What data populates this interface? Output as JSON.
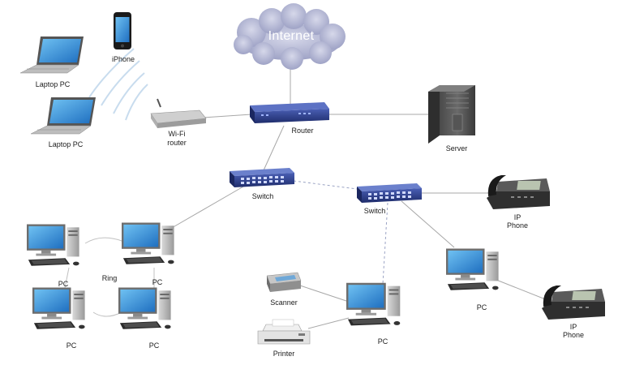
{
  "diagram": {
    "cloud_label": "Internet",
    "labels": {
      "iphone": "iPhone",
      "laptop1": "Laptop PC",
      "laptop2": "Laptop PC",
      "wifi_line1": "Wi-Fi",
      "wifi_line2": "router",
      "router": "Router",
      "server": "Server",
      "switch1": "Switch",
      "switch2": "Switch",
      "ipphone1_line1": "IP",
      "ipphone1_line2": "Phone",
      "ipphone2_line1": "IP",
      "ipphone2_line2": "Phone",
      "ring": "Ring",
      "pc_ring_tl": "PC",
      "pc_ring_tr": "PC",
      "pc_ring_bl": "PC",
      "pc_ring_br": "PC",
      "pc_center": "PC",
      "pc_right": "PC",
      "scanner": "Scanner",
      "printer": "Printer"
    },
    "colors": {
      "link_solid": "#a8a8a8",
      "link_dashed": "#9aa3c4",
      "switch_body": "#2b3f8f",
      "monitor_screen": "#3b8fd6",
      "cloud": "#b9bcd6"
    }
  }
}
